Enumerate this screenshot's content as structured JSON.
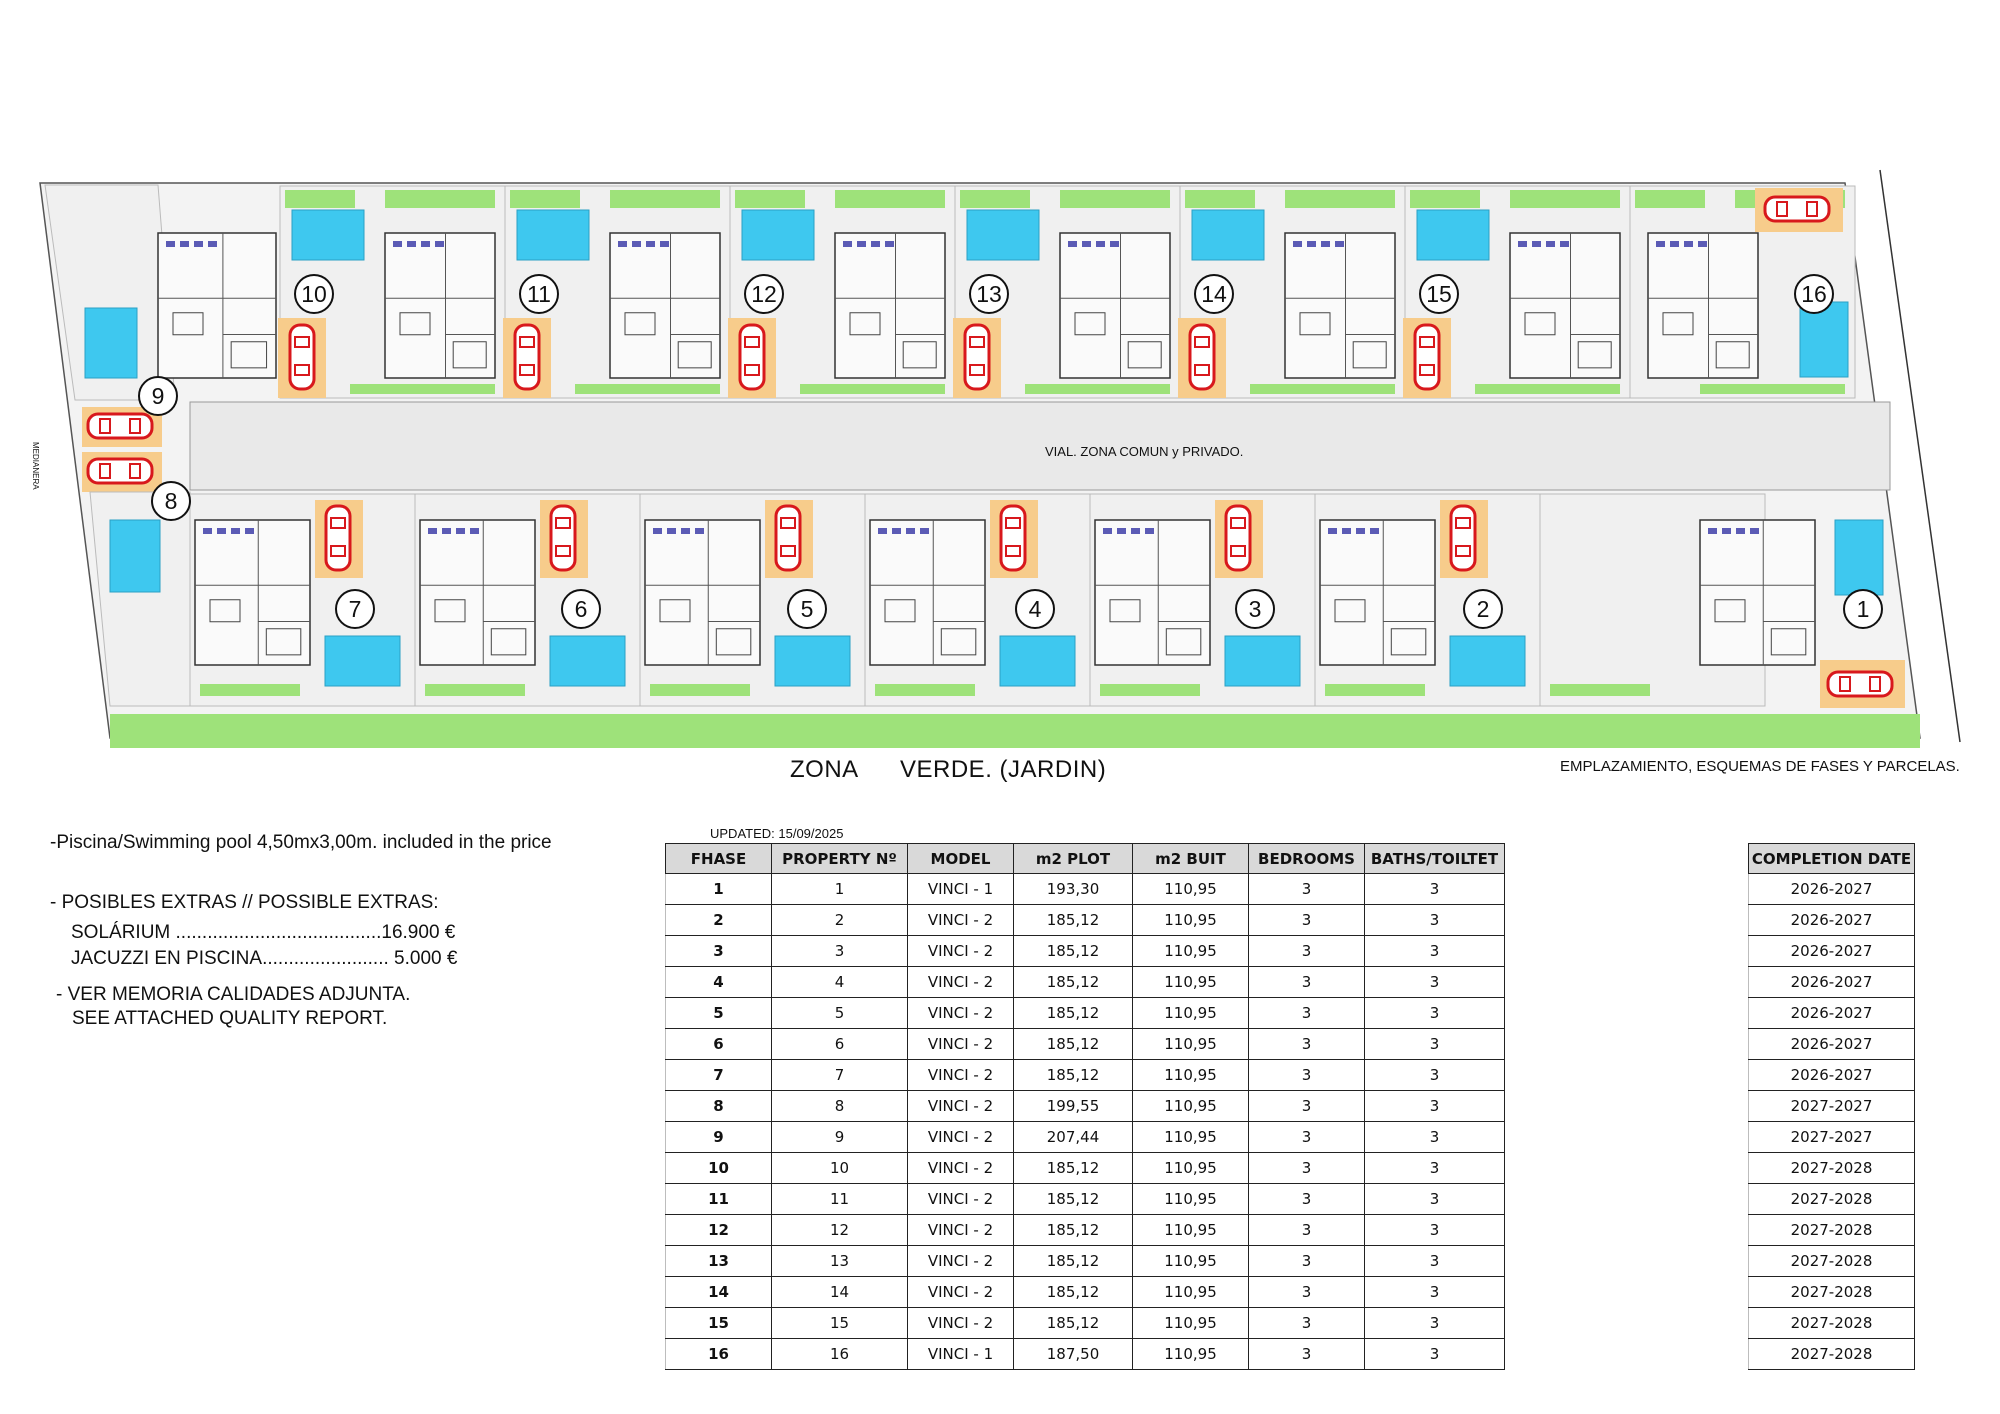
{
  "plan": {
    "plot_numbers_top": [
      "10",
      "11",
      "12",
      "13",
      "14",
      "15",
      "16"
    ],
    "plot_numbers_bottom": [
      "7",
      "6",
      "5",
      "4",
      "3",
      "2",
      "1"
    ],
    "plot_numbers_side": [
      "9",
      "8"
    ],
    "road_label": "VIAL. ZONA COMUN y PRIVADO.",
    "side_label": "MEDIANERA",
    "zone_word": "ZONA",
    "zone_rest": "VERDE. (JARDIN)",
    "caption": "EMPLAZAMIENTO, ESQUEMAS DE FASES Y PARCELAS.",
    "colors": {
      "pool": "#3ec8ef",
      "garden": "#9ee27a",
      "parking": "#f7cc8b",
      "car": "#d8181c",
      "paving": "#e9e9e9"
    }
  },
  "notes": {
    "pool": "-Piscina/Swimming pool 4,50mx3,00m. included in the price",
    "extras_title": "- POSIBLES EXTRAS // POSSIBLE EXTRAS:",
    "solarium": "SOLÁRIUM .......................................16.900 €",
    "jacuzzi": "JACUZZI EN PISCINA........................ 5.000 €",
    "memoria": "- VER MEMORIA CALIDADES ADJUNTA.",
    "report": "SEE ATTACHED QUALITY REPORT."
  },
  "table": {
    "updated": "UPDATED: 15/09/2025",
    "headers": [
      "FHASE",
      "PROPERTY Nº",
      "MODEL",
      "m2 PLOT",
      "m2 BUIT",
      "BEDROOMS",
      "BATHS/TOILTET"
    ],
    "date_header": "COMPLETION DATE",
    "rows": [
      {
        "phase": "1",
        "property": "1",
        "model": "VINCI - 1",
        "plot": "193,30",
        "built": "110,95",
        "bedrooms": "3",
        "baths": "3",
        "date": "2026-2027"
      },
      {
        "phase": "2",
        "property": "2",
        "model": "VINCI - 2",
        "plot": "185,12",
        "built": "110,95",
        "bedrooms": "3",
        "baths": "3",
        "date": "2026-2027"
      },
      {
        "phase": "3",
        "property": "3",
        "model": "VINCI - 2",
        "plot": "185,12",
        "built": "110,95",
        "bedrooms": "3",
        "baths": "3",
        "date": "2026-2027"
      },
      {
        "phase": "4",
        "property": "4",
        "model": "VINCI - 2",
        "plot": "185,12",
        "built": "110,95",
        "bedrooms": "3",
        "baths": "3",
        "date": "2026-2027"
      },
      {
        "phase": "5",
        "property": "5",
        "model": "VINCI - 2",
        "plot": "185,12",
        "built": "110,95",
        "bedrooms": "3",
        "baths": "3",
        "date": "2026-2027"
      },
      {
        "phase": "6",
        "property": "6",
        "model": "VINCI - 2",
        "plot": "185,12",
        "built": "110,95",
        "bedrooms": "3",
        "baths": "3",
        "date": "2026-2027"
      },
      {
        "phase": "7",
        "property": "7",
        "model": "VINCI - 2",
        "plot": "185,12",
        "built": "110,95",
        "bedrooms": "3",
        "baths": "3",
        "date": "2026-2027"
      },
      {
        "phase": "8",
        "property": "8",
        "model": "VINCI - 2",
        "plot": "199,55",
        "built": "110,95",
        "bedrooms": "3",
        "baths": "3",
        "date": "2027-2027"
      },
      {
        "phase": "9",
        "property": "9",
        "model": "VINCI - 2",
        "plot": "207,44",
        "built": "110,95",
        "bedrooms": "3",
        "baths": "3",
        "date": "2027-2027"
      },
      {
        "phase": "10",
        "property": "10",
        "model": "VINCI - 2",
        "plot": "185,12",
        "built": "110,95",
        "bedrooms": "3",
        "baths": "3",
        "date": "2027-2028"
      },
      {
        "phase": "11",
        "property": "11",
        "model": "VINCI - 2",
        "plot": "185,12",
        "built": "110,95",
        "bedrooms": "3",
        "baths": "3",
        "date": "2027-2028"
      },
      {
        "phase": "12",
        "property": "12",
        "model": "VINCI - 2",
        "plot": "185,12",
        "built": "110,95",
        "bedrooms": "3",
        "baths": "3",
        "date": "2027-2028"
      },
      {
        "phase": "13",
        "property": "13",
        "model": "VINCI - 2",
        "plot": "185,12",
        "built": "110,95",
        "bedrooms": "3",
        "baths": "3",
        "date": "2027-2028"
      },
      {
        "phase": "14",
        "property": "14",
        "model": "VINCI - 2",
        "plot": "185,12",
        "built": "110,95",
        "bedrooms": "3",
        "baths": "3",
        "date": "2027-2028"
      },
      {
        "phase": "15",
        "property": "15",
        "model": "VINCI - 2",
        "plot": "185,12",
        "built": "110,95",
        "bedrooms": "3",
        "baths": "3",
        "date": "2027-2028"
      },
      {
        "phase": "16",
        "property": "16",
        "model": "VINCI - 1",
        "plot": "187,50",
        "built": "110,95",
        "bedrooms": "3",
        "baths": "3",
        "date": "2027-2028"
      }
    ]
  }
}
